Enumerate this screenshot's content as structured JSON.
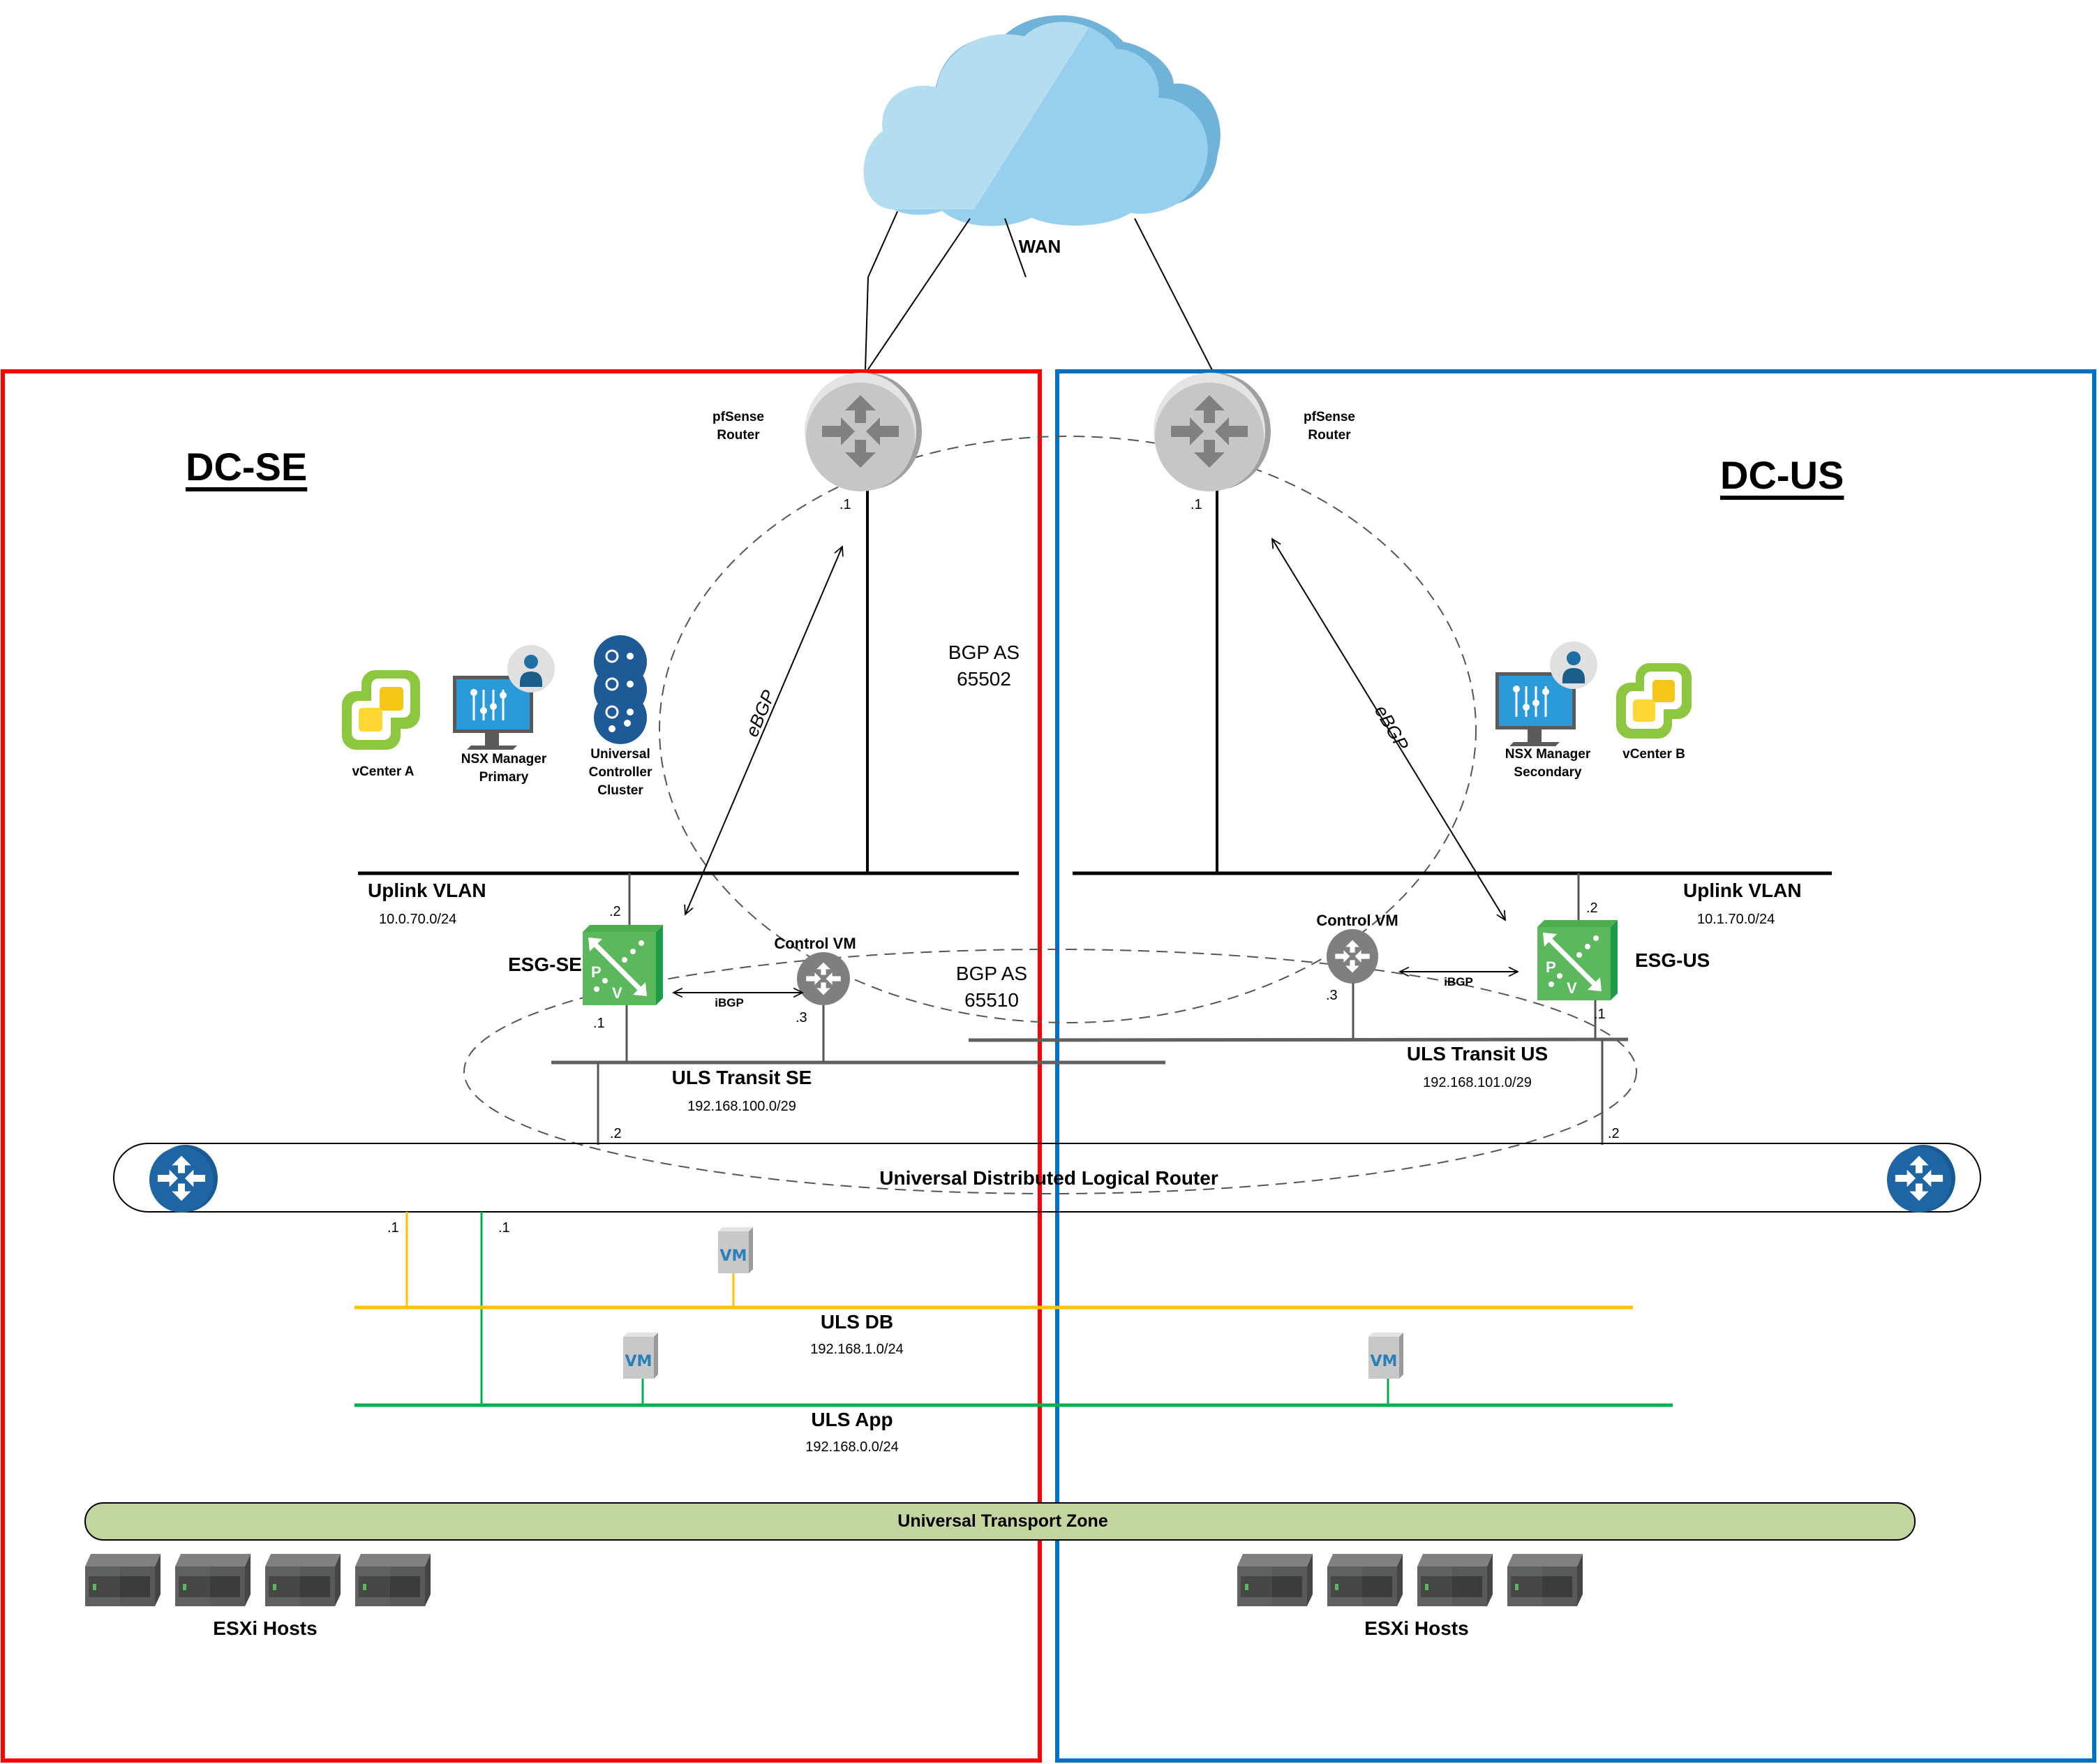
{
  "wan": {
    "label": "WAN"
  },
  "sites": [
    {
      "id": "se",
      "title": "DC-SE",
      "border_color": "#ff0000"
    },
    {
      "id": "us",
      "title": "DC-US",
      "border_color": "#0070c0"
    }
  ],
  "routers": {
    "pfsense_se": {
      "label_line1": "pfSense",
      "label_line2": "Router",
      "ip": ".1"
    },
    "pfsense_us": {
      "label_line1": "pfSense",
      "label_line2": "Router",
      "ip": ".1"
    }
  },
  "bgp": {
    "as_upper": {
      "line1": "BGP AS",
      "line2": "65502"
    },
    "as_lower": {
      "line1": "BGP AS",
      "line2": "65510"
    },
    "ebgp_label": "eBGP",
    "ibgp_label": "iBGP"
  },
  "management": {
    "vcenter_a": "vCenter A",
    "nsx_primary": {
      "line1": "NSX Manager",
      "line2": "Primary"
    },
    "controller": {
      "line1": "Universal",
      "line2": "Controller",
      "line3": "Cluster"
    },
    "nsx_secondary": {
      "line1": "NSX Manager",
      "line2": "Secondary"
    },
    "vcenter_b": "vCenter B"
  },
  "uplinks": {
    "se": {
      "label": "Uplink VLAN",
      "subnet": "10.0.70.0/24",
      "esg_ip": ".2"
    },
    "us": {
      "label": "Uplink VLAN",
      "subnet": "10.1.70.0/24",
      "esg_ip": ".2"
    }
  },
  "edges": {
    "esg_se": {
      "label": "ESG-SE",
      "transit_ip": ".1"
    },
    "esg_us": {
      "label": "ESG-US",
      "transit_ip": ".1"
    },
    "control_vm_se": {
      "label": "Control VM",
      "ip": ".3"
    },
    "control_vm_us": {
      "label": "Control VM",
      "ip": ".3"
    }
  },
  "transits": {
    "se": {
      "label": "ULS Transit SE",
      "subnet": "192.168.100.0/29",
      "udlr_ip": ".2"
    },
    "us": {
      "label": "ULS Transit US",
      "subnet": "192.168.101.0/29",
      "udlr_ip": ".2"
    }
  },
  "udlr": {
    "label": "Universal Distributed Logical Router",
    "db_ip": ".1",
    "app_ip": ".1"
  },
  "segments": {
    "db": {
      "label": "ULS DB",
      "subnet": "192.168.1.0/24",
      "color": "#ffc000"
    },
    "app": {
      "label": "ULS App",
      "subnet": "192.168.0.0/24",
      "color": "#00b050"
    }
  },
  "vm_label": "VM",
  "transport_zone": {
    "label": "Universal Transport Zone",
    "color": "#c4d6a0"
  },
  "hosts": {
    "se": {
      "label": "ESXi Hosts",
      "count": 4
    },
    "us": {
      "label": "ESXi Hosts",
      "count": 4
    }
  }
}
